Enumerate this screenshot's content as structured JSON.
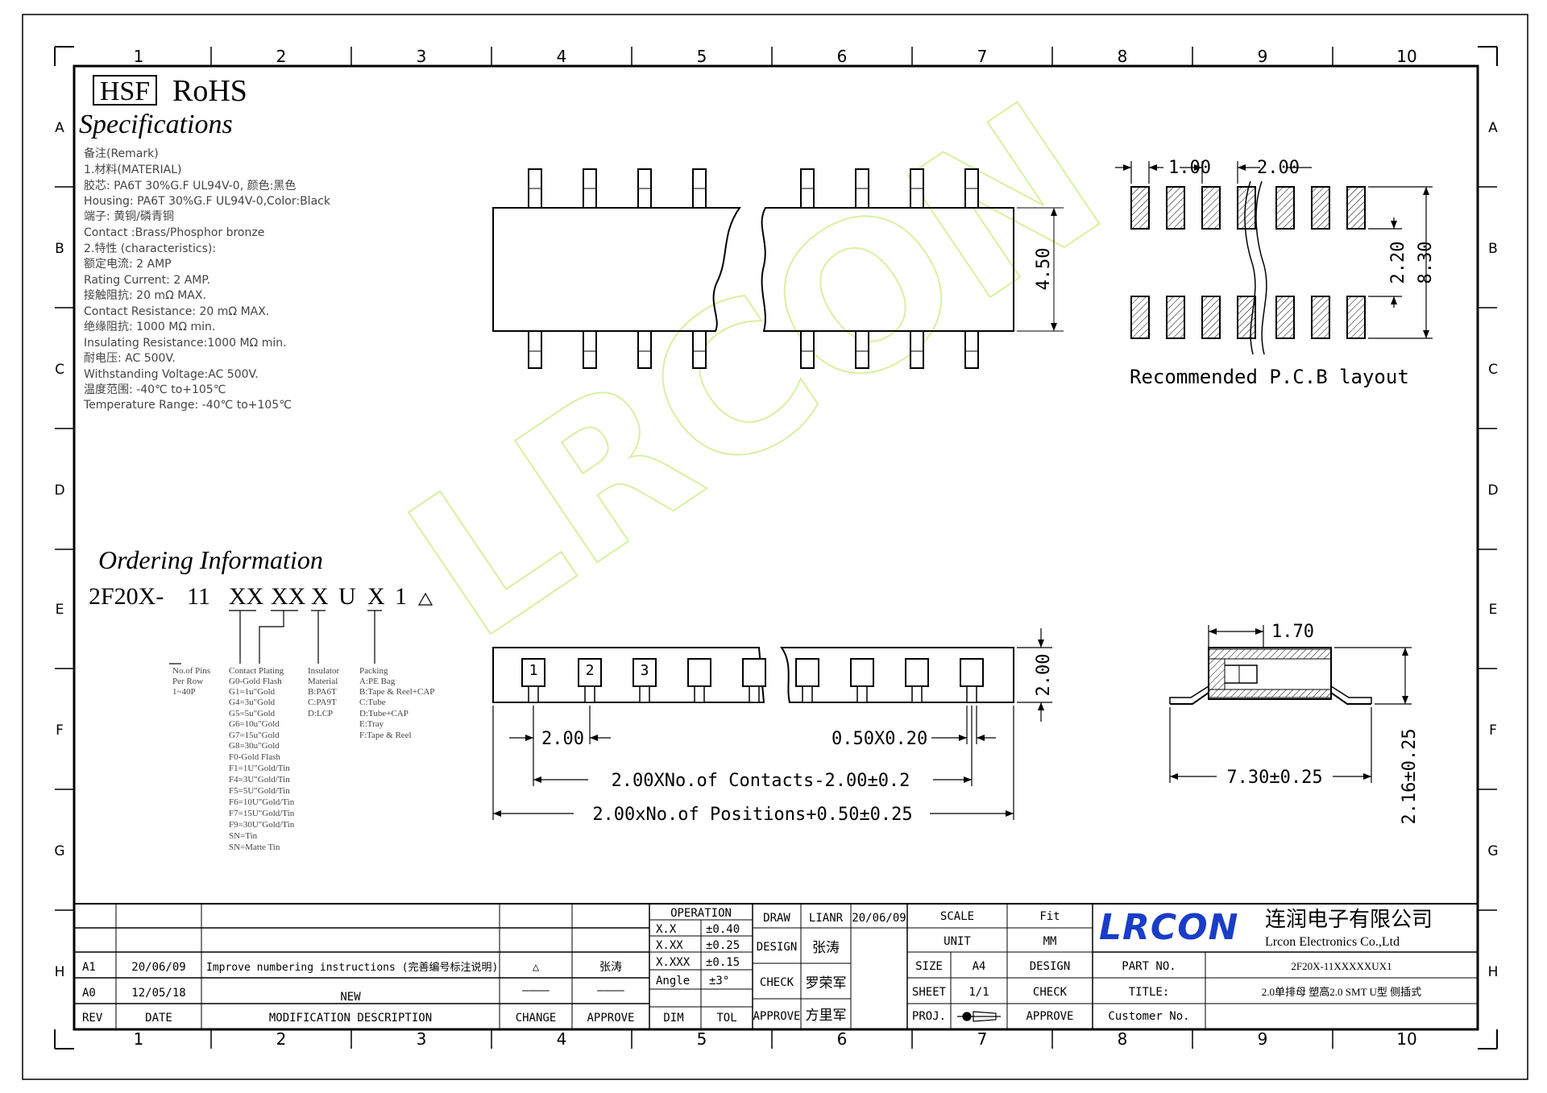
{
  "grid": {
    "columns": [
      "1",
      "2",
      "3",
      "4",
      "5",
      "6",
      "7",
      "8",
      "9",
      "10"
    ],
    "rows": [
      "A",
      "B",
      "C",
      "D",
      "E",
      "F",
      "G",
      "H"
    ]
  },
  "header": {
    "hsf": "HSF",
    "rohs": "RoHS",
    "spec_title": "Specifications"
  },
  "remarks": [
    "备注(Remark)",
    "1.材料(MATERIAL)",
    "胶芯: PA6T 30%G.F UL94V-0, 颜色:黑色",
    "Housing: PA6T 30%G.F UL94V-0,Color:Black",
    "端子: 黄铜/磷青铜",
    "Contact :Brass/Phosphor bronze",
    "2.特性 (characteristics):",
    "额定电流: 2 AMP",
    "Rating Current: 2 AMP.",
    "接触阻抗: 20 mΩ MAX.",
    "Contact Resistance: 20 mΩ MAX.",
    "绝缘阻抗: 1000 MΩ min.",
    "Insulating Resistance:1000 MΩ  min.",
    "耐电压: AC 500V.",
    "Withstanding Voltage:AC 500V.",
    "温度范围: -40℃ to+105℃",
    "Temperature Range: -40℃ to+105℃"
  ],
  "top_view": {
    "height_dim": "4.50"
  },
  "pcb": {
    "pitch1": "1.00",
    "pitch2": "2.00",
    "row_gap": "2.20",
    "total": "8.30",
    "caption": "Recommended P.C.B layout"
  },
  "watermark": "LRCON",
  "ordering": {
    "title": "Ordering Information",
    "code_parts": [
      "2F20X-",
      "11",
      "XX",
      "XX",
      "X",
      "U",
      "X",
      "1"
    ],
    "pins_lines": [
      "No.of Pins",
      "Per Row",
      "1~40P"
    ],
    "plating_lines": [
      "Contact Plating",
      "G0-Gold Flash",
      "G1=1u\"Gold",
      "G4=3u\"Gold",
      "G5=5u\"Gold",
      "G6=10u\"Gold",
      "G7=15u\"Gold",
      "G8=30u\"Gold",
      "F0-Gold Flash",
      "F1=1U\"Gold/Tin",
      "F4=3U\"Gold/Tin",
      "F5=5U\"Gold/Tin",
      "F6=10U\"Gold/Tin",
      "F7=15U\"Gold/Tin",
      "F9=30U\"Gold/Tin",
      "SN=Tin",
      "SN=Matte Tin"
    ],
    "insulator_lines": [
      "Insulator",
      "Material",
      "B:PA6T",
      "C:PA9T",
      "D:LCP"
    ],
    "packing_lines": [
      "Packing",
      "A:PE Bag",
      "B:Tape & Reel+CAP",
      "C:Tube",
      "D:Tube+CAP",
      "E:Tray",
      "F:Tape & Reel"
    ]
  },
  "front_view": {
    "pin_labels": [
      "1",
      "2",
      "3"
    ],
    "height": "2.00",
    "pitch": "2.00",
    "pin_size": "0.50X0.20",
    "formula1": "2.00XNo.of Contacts-2.00±0.2",
    "formula2": "2.00xNo.of Positions+0.50±0.25"
  },
  "side_view": {
    "width_top": "1.70",
    "width": "7.30±0.25",
    "height": "2.16±0.25"
  },
  "title_block": {
    "revisions": [
      {
        "rev": "A1",
        "date": "20/06/09",
        "desc": "Improve numbering instructions (完善编号标注说明)",
        "change": "△",
        "approve": "张涛"
      },
      {
        "rev": "A0",
        "date": "12/05/18",
        "desc": "NEW",
        "change": "————",
        "approve": "————"
      }
    ],
    "rev_header": {
      "rev": "REV",
      "date": "DATE",
      "desc": "MODIFICATION DESCRIPTION",
      "change": "CHANGE",
      "approve": "APPROVE"
    },
    "operation": "OPERATION",
    "tolerances": [
      {
        "dim": "X.X",
        "tol": "±0.40"
      },
      {
        "dim": "X.XX",
        "tol": "±0.25"
      },
      {
        "dim": "X.XXX",
        "tol": "±0.15"
      },
      {
        "dim": "Angle",
        "tol": "±3°"
      }
    ],
    "dim_label": "DIM",
    "tol_label": "TOL",
    "draw": "DRAW",
    "draw_name": "LIANR",
    "draw_date": "20/06/09",
    "design": "DESIGN",
    "design_name": "张涛",
    "check": "CHECK",
    "check_name": "罗荣军",
    "approve": "APPROVE",
    "approve_name": "方里军",
    "scale_label": "SCALE",
    "scale_value": "Fit",
    "unit_label": "UNIT",
    "unit_value": "MM",
    "size_label": "SIZE",
    "size_value": "A4",
    "design2": "DESIGN",
    "sheet_label": "SHEET",
    "sheet_value": "1/1",
    "check2": "CHECK",
    "proj_label": "PROJ.",
    "approve2": "APPROVE",
    "company_logo": "LRCON",
    "company_cn": "连润电子有限公司",
    "company_en": "Lrcon Electronics Co.,Ltd",
    "part_no_label": "PART NO.",
    "part_no": "2F20X-11XXXXXUX1",
    "title_label": "TITLE:",
    "title_value": "2.0单排母 塑高2.0 SMT U型 侧插式",
    "customer_label": "Customer No."
  },
  "colors": {
    "logo_blue": "#1a3dc8",
    "watermark": "#d8f0a0"
  }
}
